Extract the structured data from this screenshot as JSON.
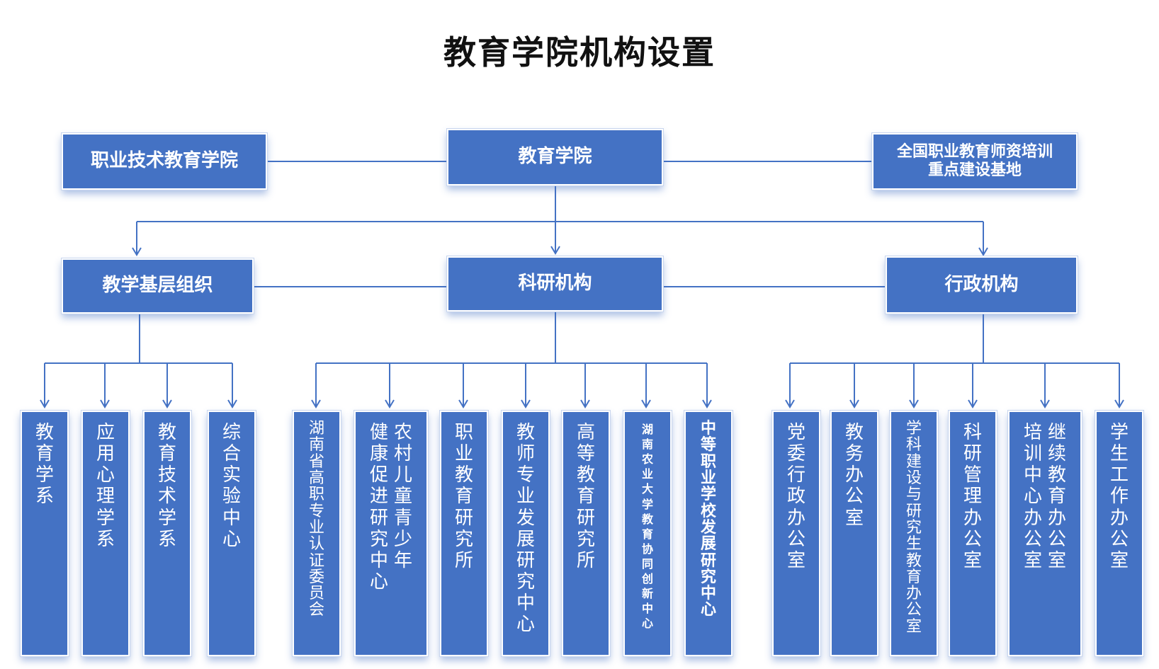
{
  "title": "教育学院机构设置",
  "colors": {
    "box_fill": "#4472c4",
    "line": "#4472c4",
    "title": "#111111"
  },
  "top": {
    "left": "职业技术教育学院",
    "center": "教育学院",
    "right_line1": "全国职业教育师资培训",
    "right_line2": "重点建设基地"
  },
  "categories": {
    "teaching": "教学基层组织",
    "research": "科研机构",
    "admin": "行政机构"
  },
  "units": {
    "teaching": [
      [
        "教育学系"
      ],
      [
        "应用心理学系"
      ],
      [
        "教育技术学系"
      ],
      [
        "综合实验中心"
      ]
    ],
    "research": [
      [
        "湖南省高职专业认证委员会"
      ],
      [
        "农村儿童青少年",
        "健康促进研究中心"
      ],
      [
        "职业教育研究所"
      ],
      [
        "教师专业发展研究中心"
      ],
      [
        "高等教育研究所"
      ],
      [
        "湖南农业大学教育协同创新中心"
      ],
      [
        "中等职业学校发展研究中心"
      ]
    ],
    "admin": [
      [
        "党委行政办公室"
      ],
      [
        "教务办公室"
      ],
      [
        "学科建设与研究生教育办公室"
      ],
      [
        "科研管理办公室"
      ],
      [
        "继续教育办公室",
        "培训中心办公室"
      ],
      [
        "学生工作办公室"
      ]
    ]
  }
}
